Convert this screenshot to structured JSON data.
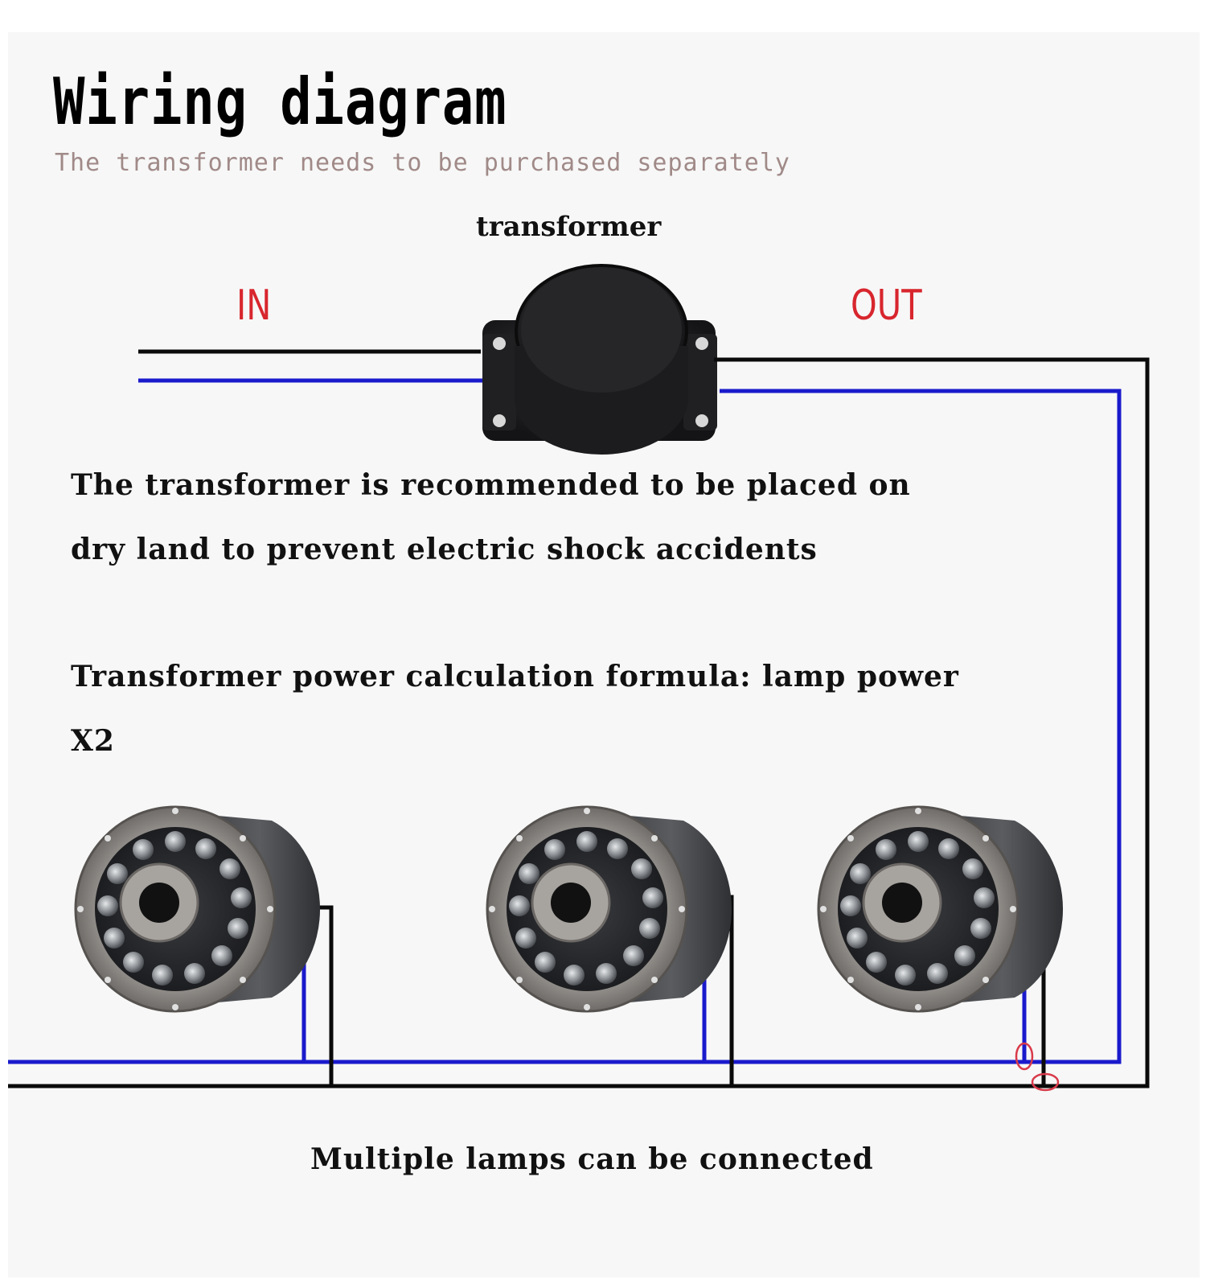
{
  "title": "Wiring diagram",
  "subtitle": "The transformer needs to be purchased separately",
  "transformer_label": "transformer",
  "in_label": "IN",
  "out_label": "OUT",
  "note_line1": "The transformer is recommended to be placed on",
  "note_line2": "dry land to prevent electric shock accidents",
  "formula_line1": "Transformer power calculation formula: lamp power",
  "formula_line2": "X2",
  "footer": "Multiple lamps can be connected",
  "colors": {
    "black_wire": "#0a0a0a",
    "blue_wire": "#1a1acc",
    "label_red": "#d8262e",
    "subtitle_gray": "#a08a88",
    "marker_red": "#d83a4a"
  },
  "icons": [
    "transformer-icon",
    "underwater-led-lamp-icon"
  ]
}
